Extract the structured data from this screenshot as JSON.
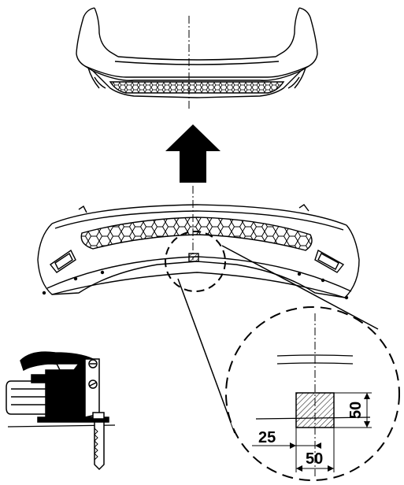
{
  "dimensions": {
    "height_label": "50",
    "offset_label": "25",
    "width_label": "50"
  },
  "colors": {
    "line": "#000000",
    "background": "#ffffff",
    "hatch": "#000000"
  },
  "parts": {
    "upper": "bumper-rear-view-icon",
    "lower": "bumper-front-view-icon",
    "arrow": "up-arrow-icon",
    "tool": "jigsaw-icon",
    "detail": "magnified-detail-circle"
  }
}
